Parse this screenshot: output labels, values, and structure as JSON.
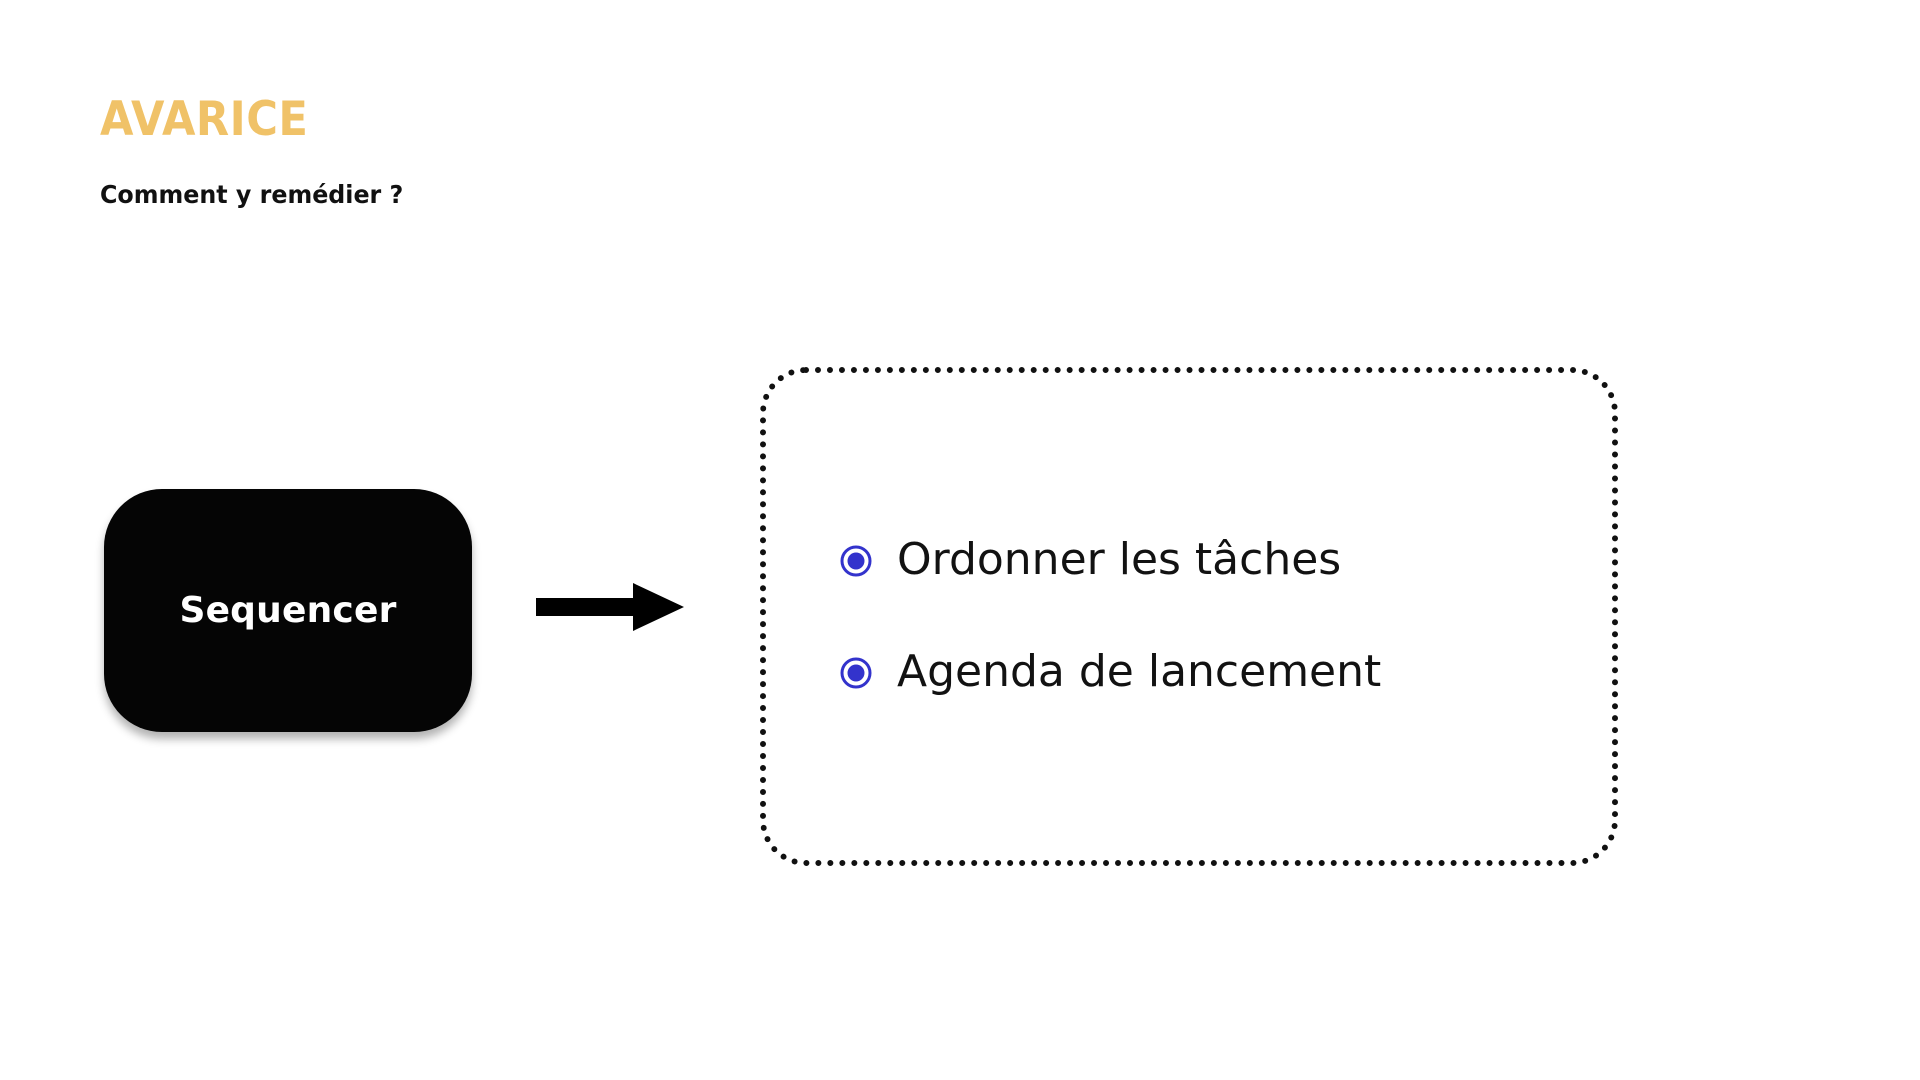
{
  "slide": {
    "title": "AVARICE",
    "subtitle": "Comment y remédier ?",
    "title_color": "#F0C268",
    "subtitle_color": "#111111",
    "background_color": "#FFFFFF"
  },
  "diagram": {
    "source_node": {
      "label": "Sequencer",
      "fill_color": "#050505",
      "text_color": "#FFFFFF"
    },
    "connector": {
      "icon": "arrow-right-icon",
      "color": "#000000"
    },
    "target_panel": {
      "border_style": "dotted",
      "border_color": "#111111",
      "bullet_color": "#3333CC",
      "items": [
        {
          "label": "Ordonner les tâches",
          "marker": "radio-bullet-icon"
        },
        {
          "label": "Agenda de lancement",
          "marker": "radio-bullet-icon"
        }
      ]
    }
  }
}
